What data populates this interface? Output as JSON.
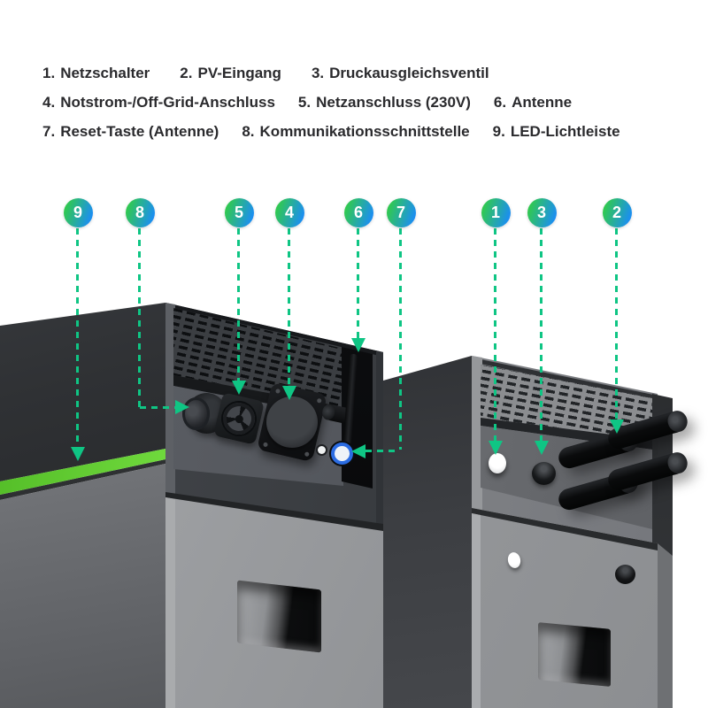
{
  "legend": {
    "rows": [
      {
        "items": [
          {
            "num": "1.",
            "label": "Netzschalter"
          },
          {
            "num": "2.",
            "label": "PV-Eingang"
          },
          {
            "num": "3.",
            "label": "Druckausgleichsventil"
          }
        ]
      },
      {
        "items": [
          {
            "num": "4.",
            "label": "Notstrom-/Off-Grid-Anschluss"
          },
          {
            "num": "5.",
            "label": "Netzanschluss (230V)"
          },
          {
            "num": "6.",
            "label": "Antenne"
          }
        ]
      },
      {
        "items": [
          {
            "num": "7.",
            "label": "Reset-Taste (Antenne)"
          },
          {
            "num": "8.",
            "label": "Kommunikationsschnittstelle"
          },
          {
            "num": "9.",
            "label": "LED-Lichtleiste"
          }
        ]
      }
    ]
  },
  "callouts": {
    "c1": {
      "number": "1"
    },
    "c2": {
      "number": "2"
    },
    "c3": {
      "number": "3"
    },
    "c4": {
      "number": "4"
    },
    "c5": {
      "number": "5"
    },
    "c6": {
      "number": "6"
    },
    "c7": {
      "number": "7"
    },
    "c8": {
      "number": "8"
    },
    "c9": {
      "number": "9"
    }
  },
  "colors": {
    "background": "#ffffff",
    "legend_text": "#2a2a2d",
    "callout_line": "#0fc584",
    "badge_gradient_start": "#31c94f",
    "badge_gradient_end": "#1b8ef2",
    "led_strip": "#76e63e"
  }
}
